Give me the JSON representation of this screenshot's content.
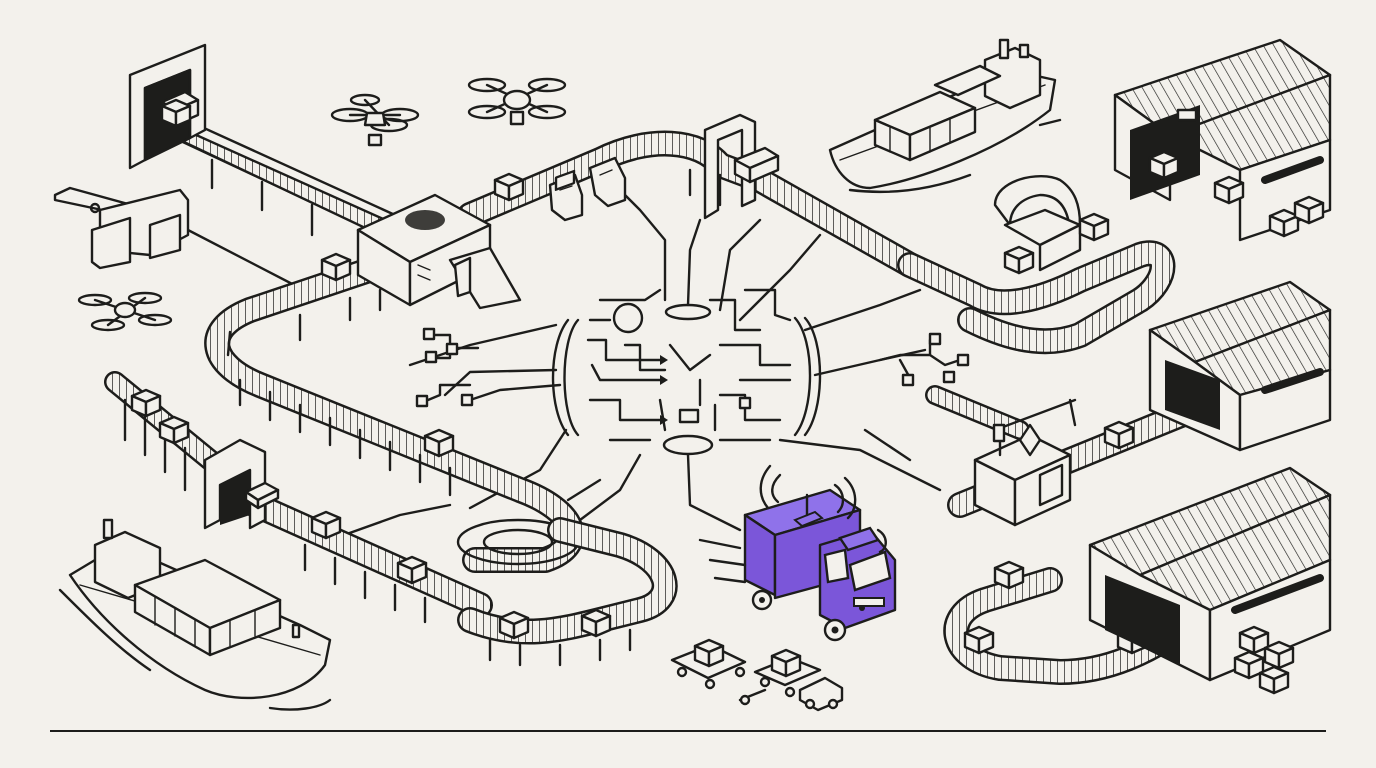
{
  "illustration": {
    "style": "isometric line drawing",
    "stroke_color": "#1d1d1b",
    "background_color": "#f3f1ec",
    "accent_color": "#7b56d9",
    "elements": [
      "ai-hub-circuit",
      "conveyor-network",
      "delivery-truck",
      "drones",
      "container-ships",
      "warehouses",
      "scanner-gates",
      "robotic-arm",
      "carts"
    ]
  }
}
